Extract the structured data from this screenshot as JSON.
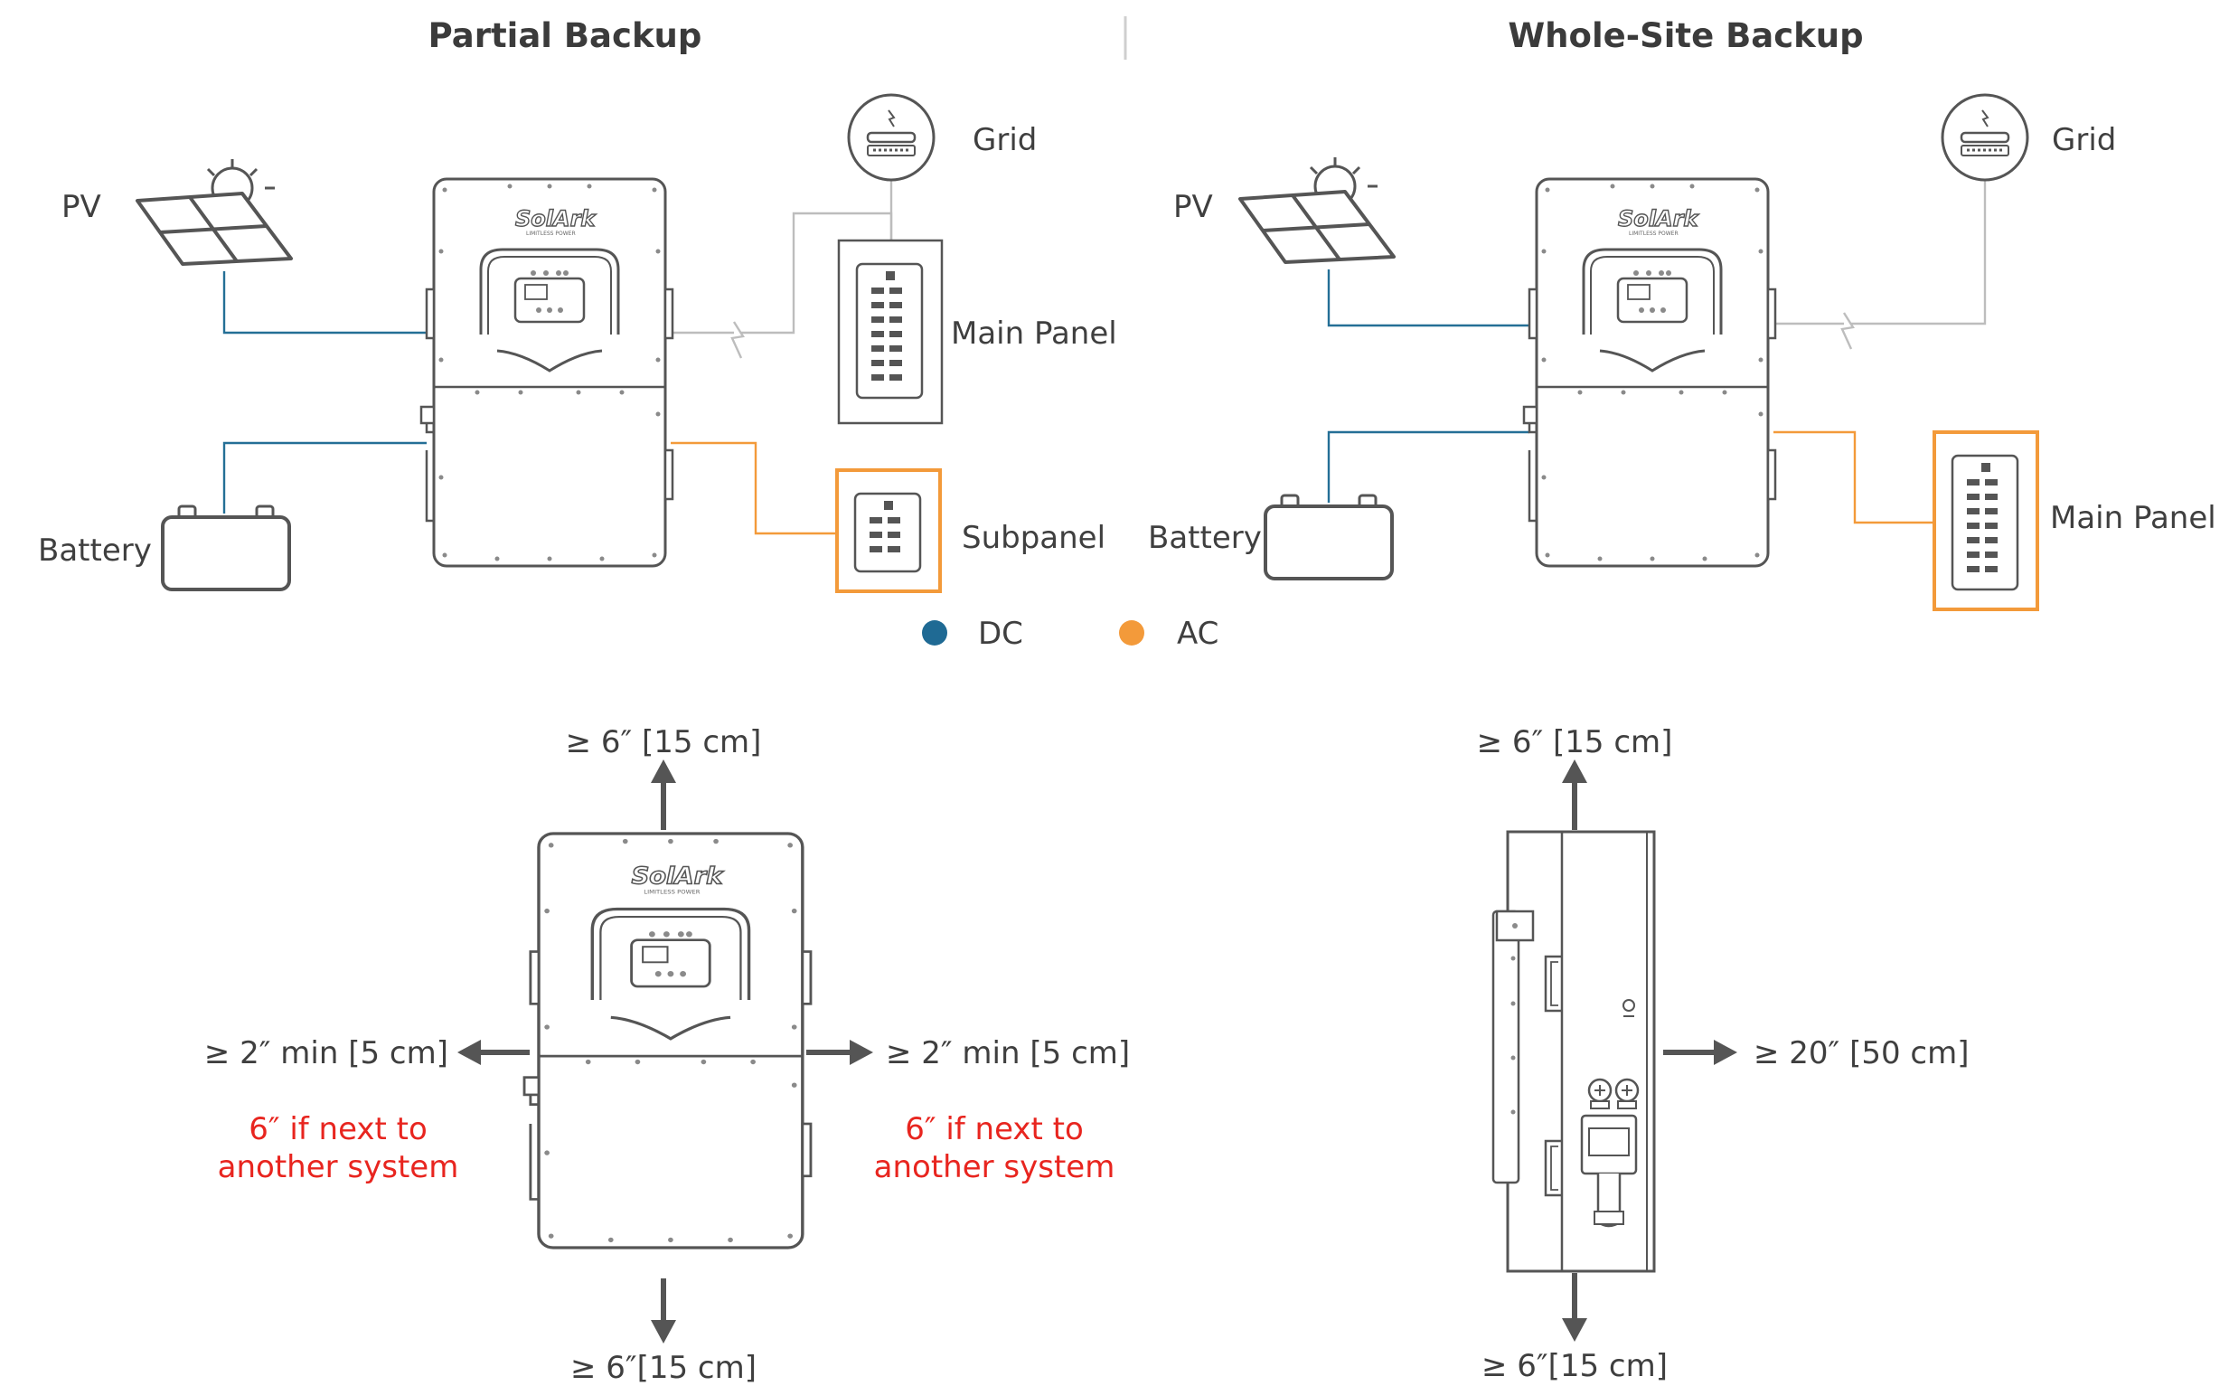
{
  "titles": {
    "left": "Partial Backup",
    "right": "Whole-Site Backup"
  },
  "partial": {
    "pv": "PV",
    "battery": "Battery",
    "grid": "Grid",
    "main_panel": "Main Panel",
    "subpanel": "Subpanel"
  },
  "whole": {
    "pv": "PV",
    "battery": "Battery",
    "grid": "Grid",
    "main_panel": "Main Panel"
  },
  "legend": {
    "dc": {
      "label": "DC",
      "color": "#1f6a94"
    },
    "ac": {
      "label": "AC",
      "color": "#f39a3a"
    }
  },
  "clearance_front": {
    "top": "≥ 6″ [15 cm]",
    "bottom": "≥ 6″[15 cm]",
    "left": "≥ 2″ min [5 cm]",
    "right": "≥ 2″ min [5 cm]",
    "left_note_1": "6″ if next to",
    "left_note_2": "another system",
    "right_note_1": "6″ if next to",
    "right_note_2": "another system"
  },
  "clearance_side": {
    "top": "≥ 6″ [15 cm]",
    "bottom": "≥ 6″[15 cm]",
    "right": "≥ 20″ [50 cm]"
  },
  "brand": {
    "name": "SolArk",
    "tagline": "LIMITLESS POWER"
  },
  "colors": {
    "note_red": "#e8251f",
    "panel_orange": "#f39a3a",
    "dc_line": "#246f96",
    "grid_line": "#bdbdbd"
  }
}
